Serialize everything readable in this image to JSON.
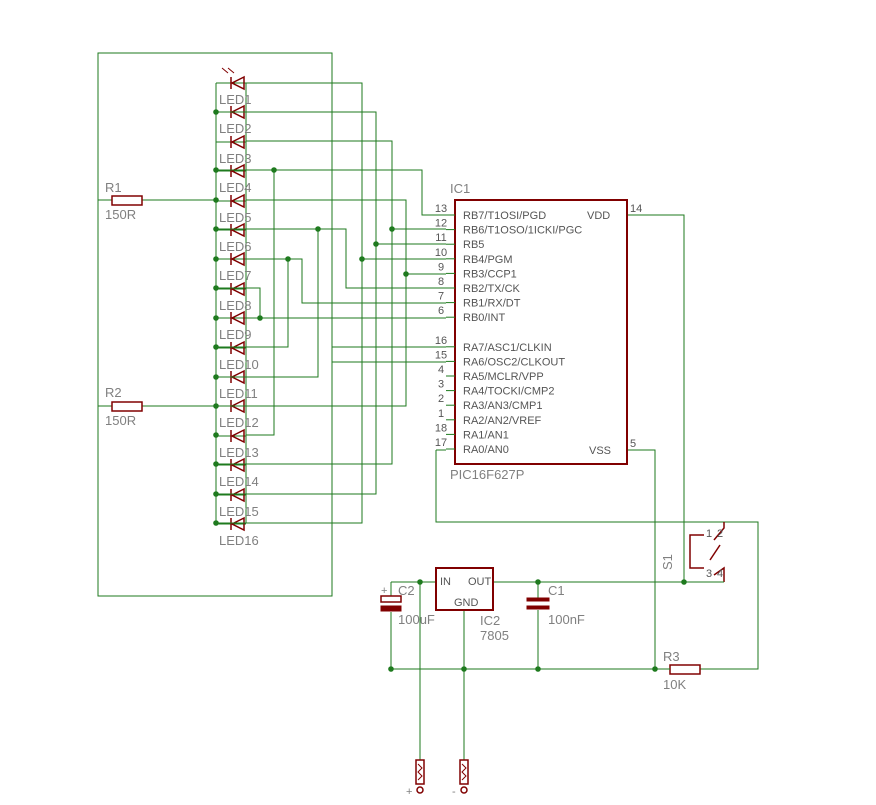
{
  "ic1": {
    "name": "IC1",
    "value": "PIC16F627P",
    "left_pins": [
      {
        "no": "13",
        "label": "RB7/T1OSI/PGD"
      },
      {
        "no": "12",
        "label": "RB6/T1OSO/1ICKI/PGC"
      },
      {
        "no": "11",
        "label": "RB5"
      },
      {
        "no": "10",
        "label": "RB4/PGM"
      },
      {
        "no": "9",
        "label": "RB3/CCP1"
      },
      {
        "no": "8",
        "label": "RB2/TX/CK"
      },
      {
        "no": "7",
        "label": "RB1/RX/DT"
      },
      {
        "no": "6",
        "label": "RB0/INT"
      },
      {
        "no": "16",
        "label": "RA7/ASC1/CLKIN"
      },
      {
        "no": "15",
        "label": "RA6/OSC2/CLKOUT"
      },
      {
        "no": "4",
        "label": "RA5/MCLR/VPP"
      },
      {
        "no": "3",
        "label": "RA4/TOCKI/CMP2"
      },
      {
        "no": "2",
        "label": "RA3/AN3/CMP1"
      },
      {
        "no": "1",
        "label": "RA2/AN2/VREF"
      },
      {
        "no": "18",
        "label": "RA1/AN1"
      },
      {
        "no": "17",
        "label": "RA0/AN0"
      }
    ],
    "vdd": {
      "no": "14",
      "label": "VDD"
    },
    "vss": {
      "no": "5",
      "label": "VSS"
    }
  },
  "leds": [
    "LED1",
    "LED2",
    "LED3",
    "LED4",
    "LED5",
    "LED6",
    "LED7",
    "LED8",
    "LED9",
    "LED10",
    "LED11",
    "LED12",
    "LED13",
    "LED14",
    "LED15",
    "LED16"
  ],
  "r1": {
    "name": "R1",
    "value": "150R"
  },
  "r2": {
    "name": "R2",
    "value": "150R"
  },
  "r3": {
    "name": "R3",
    "value": "10K"
  },
  "c1": {
    "name": "C1",
    "value": "100nF"
  },
  "c2": {
    "name": "C2",
    "value": "100uF"
  },
  "ic2": {
    "name": "IC2",
    "value": "7805",
    "in": "IN",
    "out": "OUT",
    "gnd": "GND"
  },
  "s1": {
    "name": "S1",
    "pins": [
      "1",
      "2",
      "3",
      "4"
    ]
  },
  "c2_plus": "+",
  "connectors": {
    "plus": "+",
    "minus": "-"
  },
  "colors": {
    "wire": "#1e7a1e",
    "part": "#800000",
    "label": "#808080"
  }
}
